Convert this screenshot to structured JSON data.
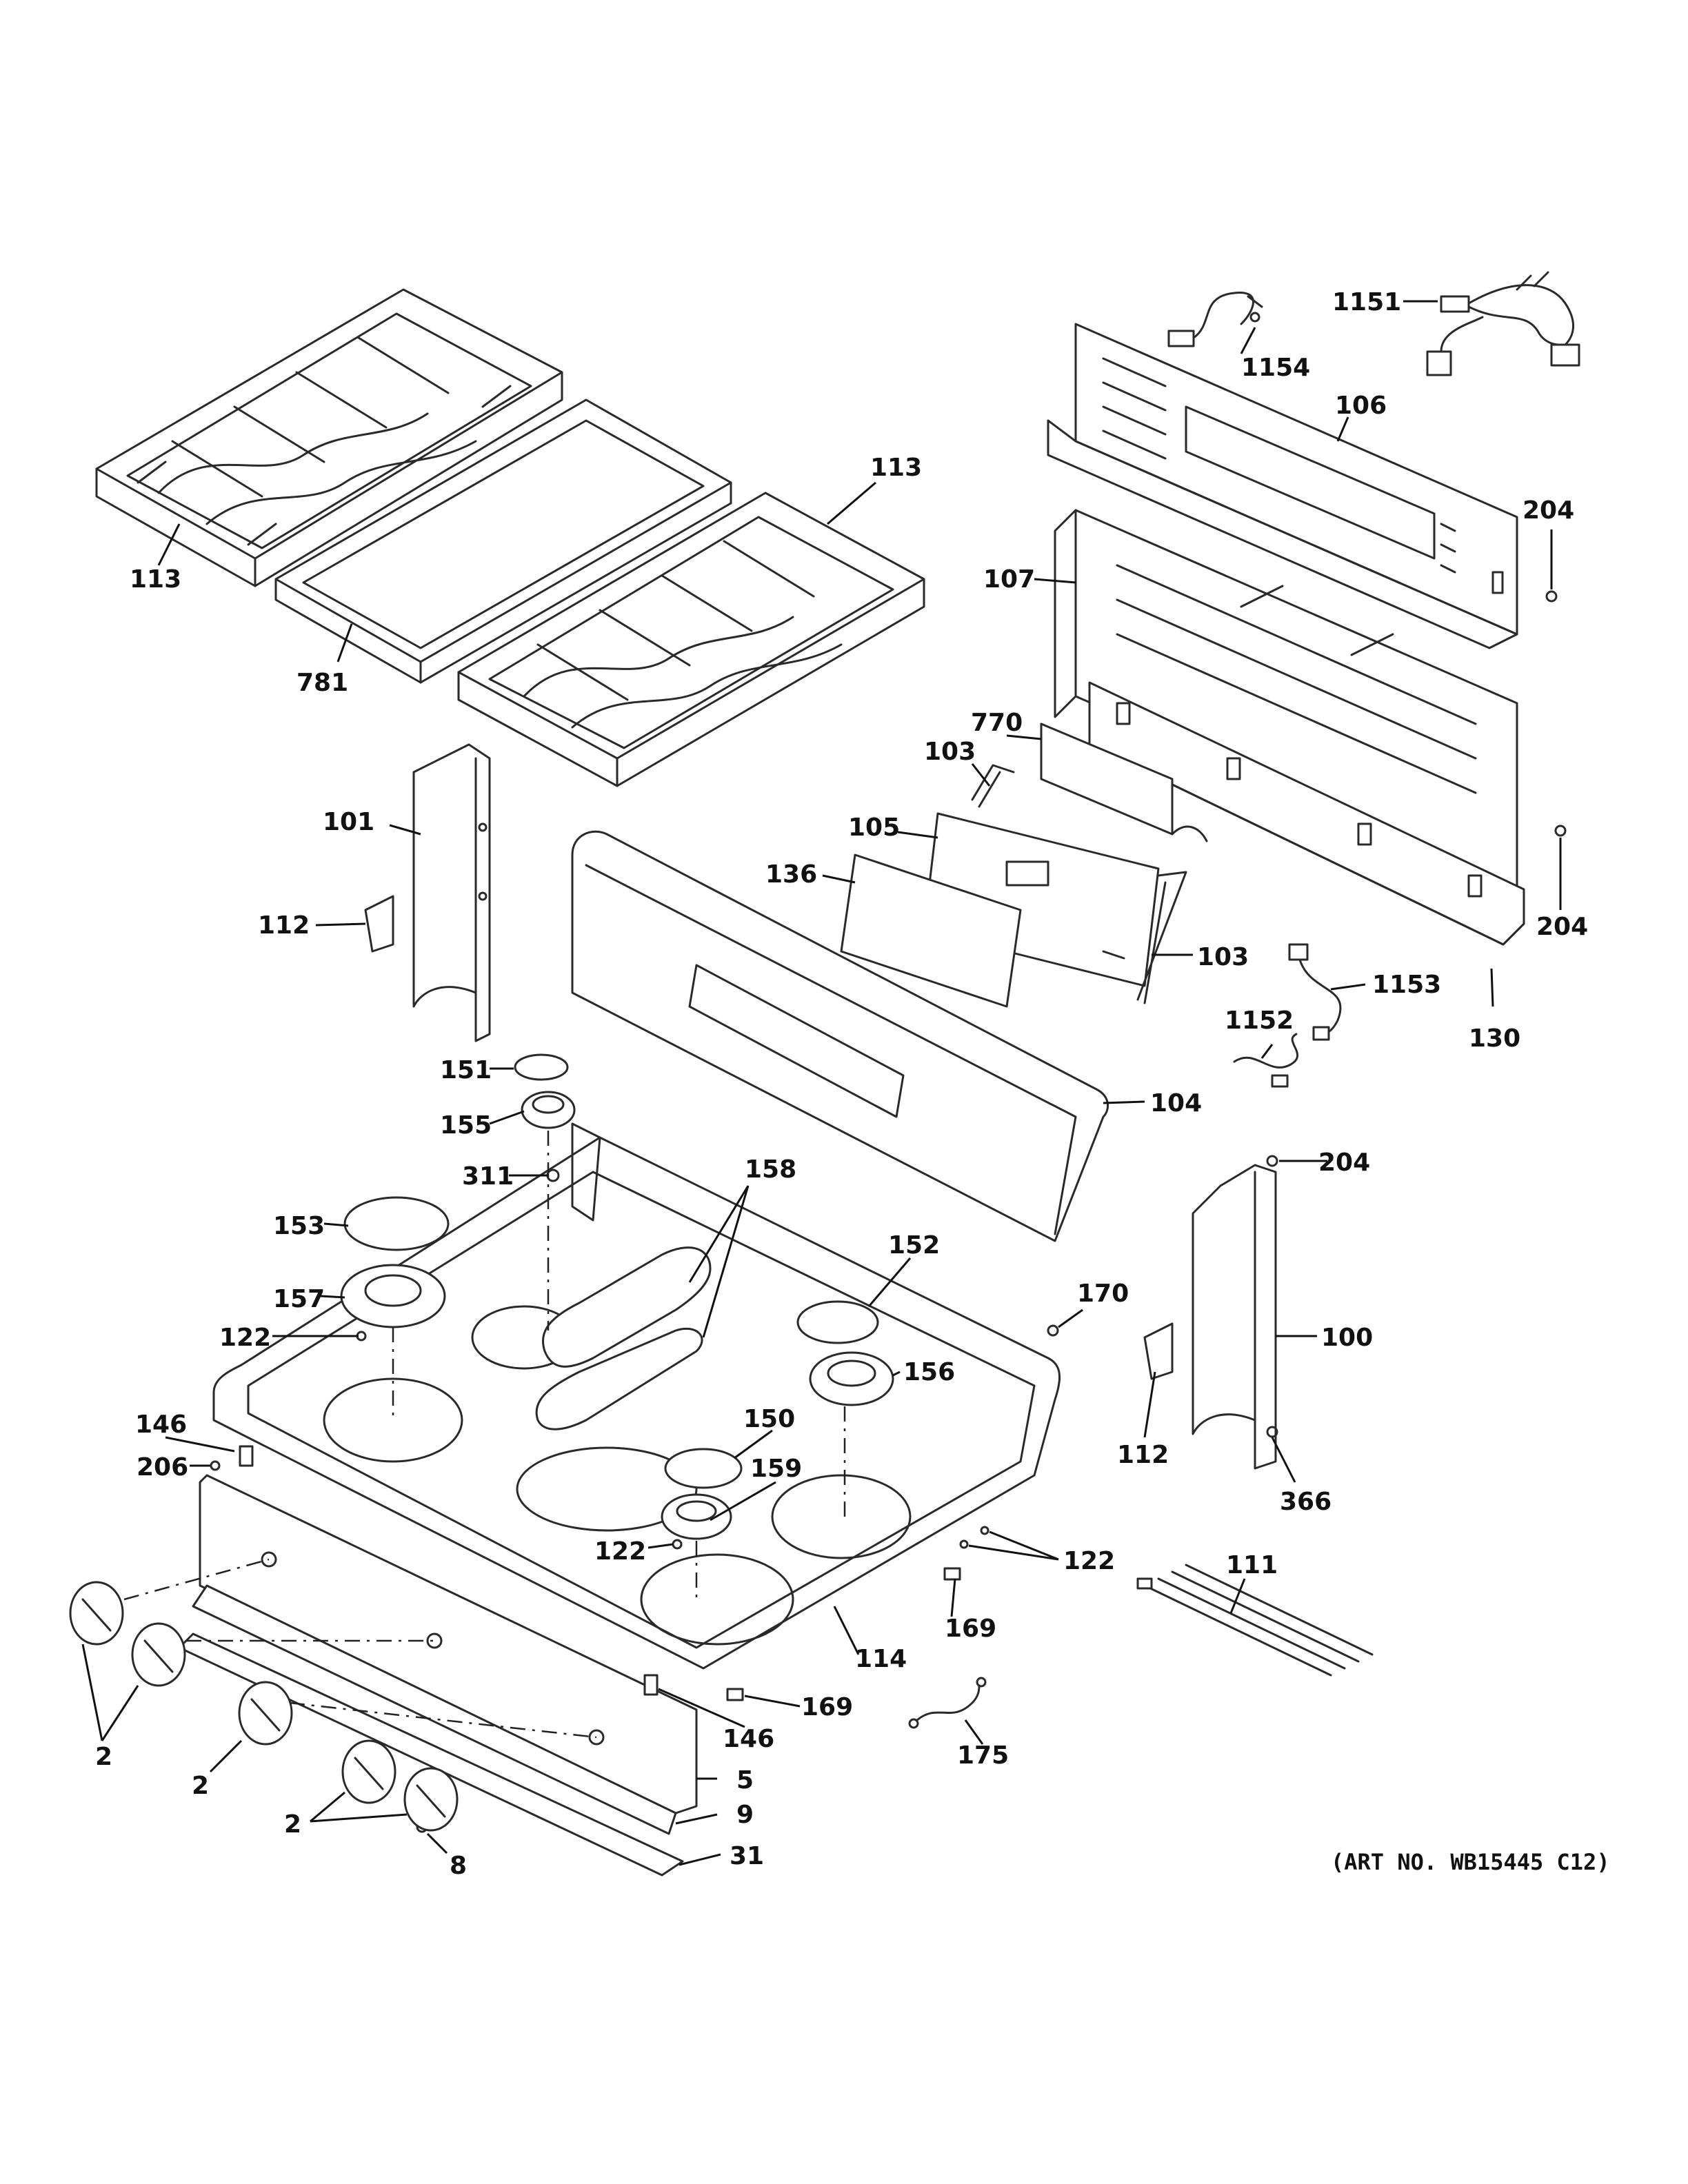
{
  "art_number": "(ART NO. WB15445 C12)",
  "callouts": {
    "c113a": "113",
    "c113b": "113",
    "c781": "781",
    "c1151": "1151",
    "c1154": "1154",
    "c106": "106",
    "c204a": "204",
    "c107": "107",
    "c770": "770",
    "c103a": "103",
    "c105": "105",
    "c136": "136",
    "c103b": "103",
    "c204b": "204",
    "c1153": "1153",
    "c1152": "1152",
    "c130": "130",
    "c101": "101",
    "c112a": "112",
    "c151": "151",
    "c155": "155",
    "c104": "104",
    "c311": "311",
    "c158": "158",
    "c204c": "204",
    "c153": "153",
    "c152": "152",
    "c157": "157",
    "c170": "170",
    "c100": "100",
    "c122a": "122",
    "c156": "156",
    "c146a": "146",
    "c150": "150",
    "c112b": "112",
    "c206": "206",
    "c159": "159",
    "c366": "366",
    "c122b": "122",
    "c122c": "122",
    "c111": "111",
    "c169a": "169",
    "c114": "114",
    "c169b": "169",
    "c146b": "146",
    "c175": "175",
    "c2a": "2",
    "c2b": "2",
    "c5": "5",
    "c2c": "2",
    "c9": "9",
    "c8": "8",
    "c31": "31"
  }
}
